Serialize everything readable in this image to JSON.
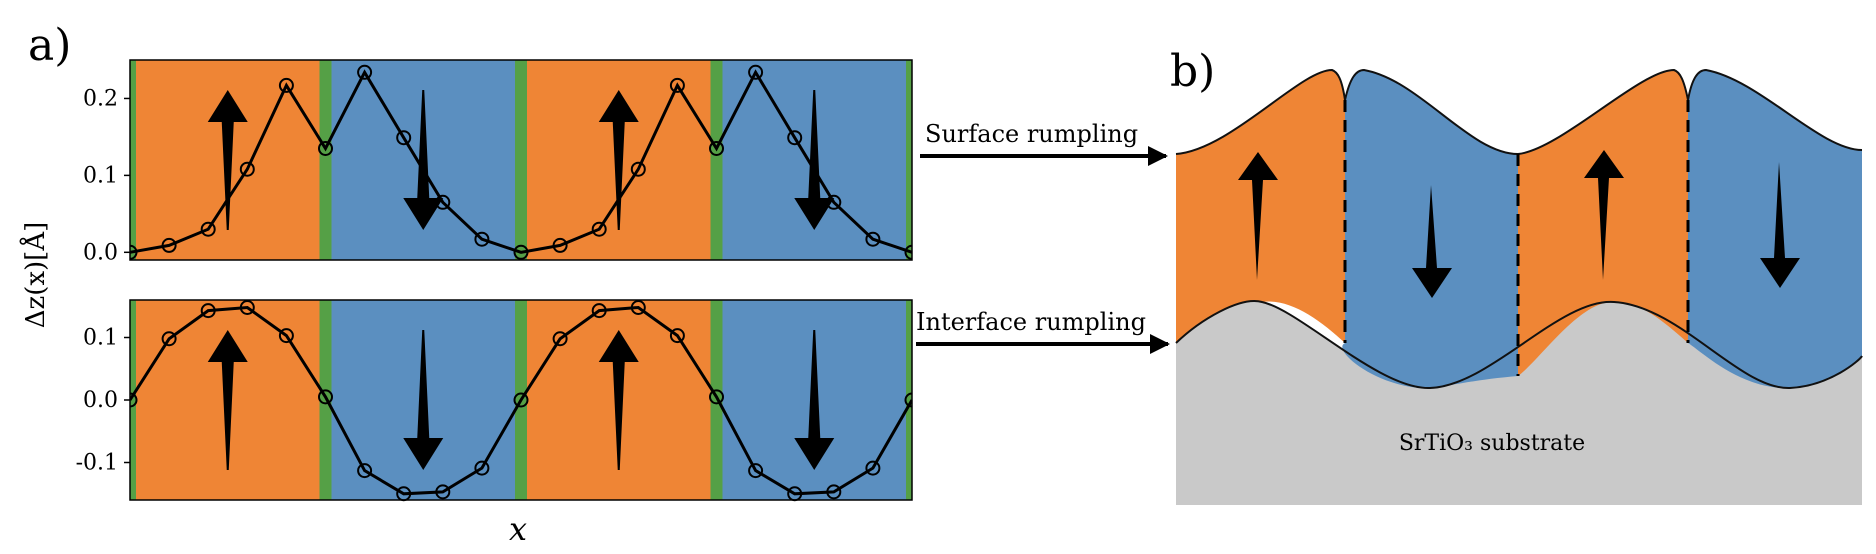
{
  "labels": {
    "panel_a": "a)",
    "panel_b": "b)",
    "ylabel": "Δz(x)[Å]",
    "xlabel": "x",
    "surface": "Surface rumpling",
    "interface": "Interface rumpling",
    "substrate": "SrTiO₃ substrate"
  },
  "colors": {
    "up_domain": "#ef8535",
    "down_domain": "#5b8fc0",
    "wall": "#55a046",
    "substrate": "#c8c8c8",
    "line": "#000000"
  },
  "chart_data": [
    {
      "type": "line",
      "name": "surface",
      "x": [
        0,
        1,
        2,
        3,
        4,
        5,
        6,
        7,
        8,
        9,
        10,
        11,
        12,
        13,
        14,
        15,
        16,
        17,
        18,
        19,
        20
      ],
      "y": [
        0.0,
        0.009,
        0.03,
        0.108,
        0.217,
        0.135,
        0.234,
        0.149,
        0.065,
        0.017,
        0.0,
        0.009,
        0.03,
        0.108,
        0.217,
        0.135,
        0.234,
        0.149,
        0.065,
        0.017,
        0.0
      ],
      "ylim": [
        -0.01,
        0.25
      ],
      "yticks": [
        "0.0",
        "0.1",
        "0.2"
      ],
      "ytick_values": [
        0.0,
        0.1,
        0.2
      ],
      "domains": [
        "up",
        "down",
        "up",
        "down"
      ],
      "arrows": [
        "up",
        "down",
        "up",
        "down"
      ]
    },
    {
      "type": "line",
      "name": "interface",
      "x": [
        0,
        1,
        2,
        3,
        4,
        5,
        6,
        7,
        8,
        9,
        10,
        11,
        12,
        13,
        14,
        15,
        16,
        17,
        18,
        19,
        20
      ],
      "y": [
        0.0,
        0.098,
        0.143,
        0.148,
        0.103,
        0.005,
        -0.113,
        -0.15,
        -0.147,
        -0.109,
        0.0,
        0.098,
        0.143,
        0.148,
        0.103,
        0.005,
        -0.113,
        -0.15,
        -0.147,
        -0.109,
        0.0
      ],
      "ylim": [
        -0.16,
        0.16
      ],
      "yticks": [
        "0.1",
        "0.0",
        "-0.1"
      ],
      "ytick_values": [
        0.1,
        0.0,
        -0.1
      ],
      "domains": [
        "up",
        "down",
        "up",
        "down"
      ],
      "arrows": [
        "up",
        "down",
        "up",
        "down"
      ]
    }
  ]
}
